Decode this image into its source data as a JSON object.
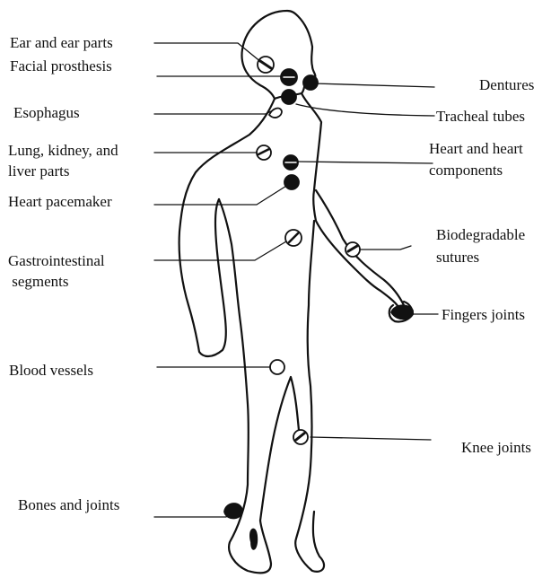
{
  "labels": {
    "ear": "Ear and ear parts",
    "facial": "Facial prosthesis",
    "esophagus": "Esophagus",
    "lung_line1": "Lung, kidney, and",
    "lung_line2": "liver parts",
    "pacemaker": "Heart pacemaker",
    "gastro_line1": "Gastrointestinal",
    "gastro_line2": " segments",
    "blood": "Blood vessels",
    "bones": "Bones and joints",
    "dentures": "Dentures",
    "tracheal": "Tracheal tubes",
    "heart_line1": "Heart and heart",
    "heart_line2": "components",
    "sutures_line1": "Biodegradable",
    "sutures_line2": "sutures",
    "fingers": "Fingers joints",
    "knee": "Knee joints"
  }
}
